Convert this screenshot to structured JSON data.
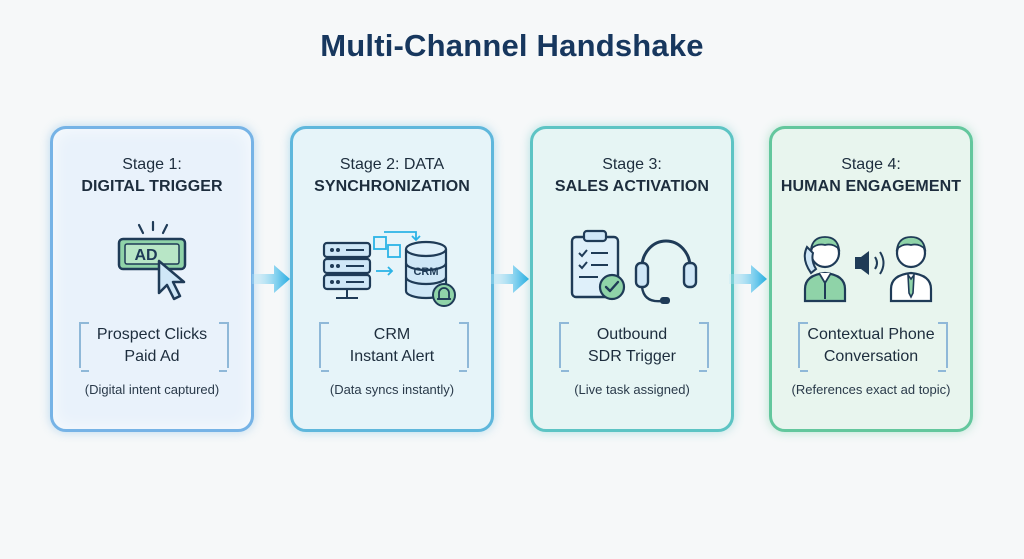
{
  "title": "Multi-Channel Handshake",
  "stages": [
    {
      "line1": "Stage 1:",
      "line2": "DIGITAL TRIGGER",
      "icon": "ad-click-icon",
      "icon_text": "AD",
      "label_line1": "Prospect Clicks",
      "label_line2": "Paid Ad",
      "caption": "(Digital intent captured)",
      "accent": "#76b3e6"
    },
    {
      "line1": "Stage 2: DATA",
      "line2": "SYNCHRONIZATION",
      "icon": "server-crm-sync-icon",
      "icon_text": "CRM",
      "label_line1": "CRM",
      "label_line2": "Instant Alert",
      "caption": "(Data syncs instantly)",
      "accent": "#5fb7dc"
    },
    {
      "line1": "Stage 3:",
      "line2": "SALES ACTIVATION",
      "icon": "clipboard-headset-icon",
      "label_line1": "Outbound",
      "label_line2": "SDR Trigger",
      "caption": "(Live task assigned)",
      "accent": "#5dc4c4"
    },
    {
      "line1": "Stage 4:",
      "line2": "HUMAN ENGAGEMENT",
      "icon": "phone-conversation-icon",
      "label_line1": "Contextual Phone",
      "label_line2": "Conversation",
      "caption": "(References exact ad topic)",
      "accent": "#63c79d"
    }
  ],
  "colors": {
    "title": "#17375e",
    "arrow": "#2bb3e6",
    "icon_stroke": "#1f3b57",
    "icon_fill_green": "#8fd3a8",
    "icon_fill_blue": "#cfe7f7"
  }
}
